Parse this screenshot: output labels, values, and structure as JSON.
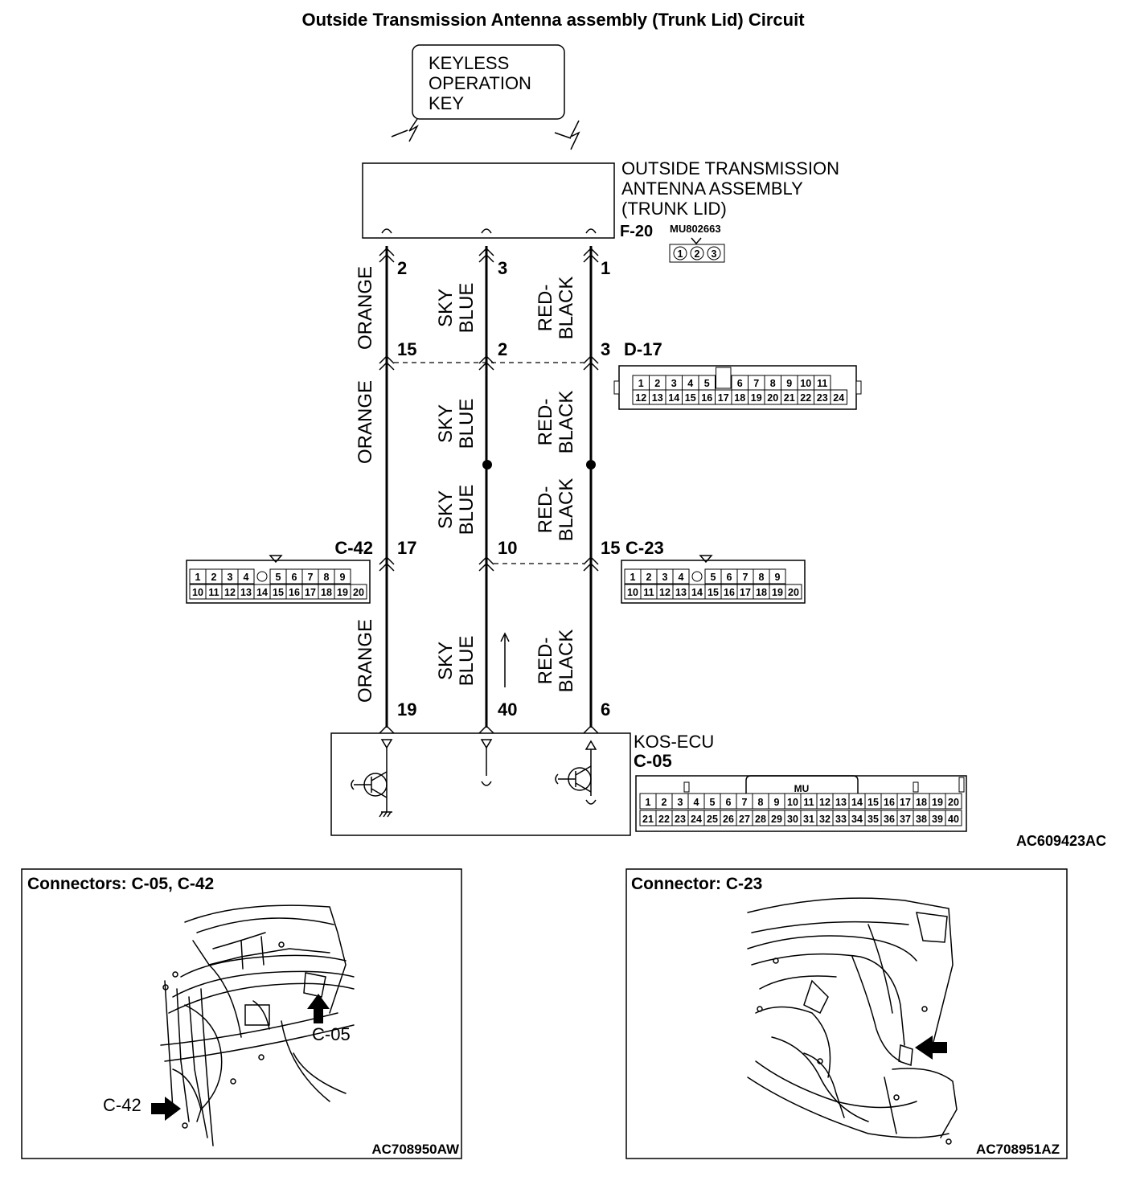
{
  "title": "Outside Transmission  Antenna assembly (Trunk Lid) Circuit",
  "key_box": [
    "KEYLESS",
    "OPERATION",
    "KEY"
  ],
  "antenna": {
    "name_lines": [
      "OUTSIDE TRANSMISSION",
      "ANTENNA ASSEMBLY",
      "(TRUNK LID)"
    ],
    "connector": "F-20",
    "part_no": "MU802663",
    "pins": [
      "1",
      "2",
      "3"
    ]
  },
  "wires": {
    "left": {
      "color": "ORANGE",
      "pins": {
        "f20": "2",
        "d17": "15",
        "c42": "17",
        "c05": "19"
      }
    },
    "middle": {
      "color_lines": [
        "SKY",
        "BLUE"
      ],
      "pins": {
        "f20": "3",
        "d17": "2",
        "c23": "10",
        "c05": "40"
      }
    },
    "right": {
      "color_lines": [
        "RED-",
        "BLACK"
      ],
      "pins": {
        "f20": "1",
        "d17": "3",
        "c23": "15",
        "c05": "6"
      }
    }
  },
  "d17": {
    "label": "D-17",
    "top": [
      "1",
      "2",
      "3",
      "4",
      "5",
      "",
      "6",
      "7",
      "8",
      "9",
      "10",
      "11"
    ],
    "bottom": [
      "12",
      "13",
      "14",
      "15",
      "16",
      "17",
      "18",
      "19",
      "20",
      "21",
      "22",
      "23",
      "24"
    ]
  },
  "c42": {
    "label": "C-42",
    "top": [
      "1",
      "2",
      "3",
      "4",
      "",
      "5",
      "6",
      "7",
      "8",
      "9"
    ],
    "bottom": [
      "10",
      "11",
      "12",
      "13",
      "14",
      "15",
      "16",
      "17",
      "18",
      "19",
      "20"
    ]
  },
  "c23": {
    "label": "C-23",
    "top": [
      "1",
      "2",
      "3",
      "4",
      "",
      "5",
      "6",
      "7",
      "8",
      "9"
    ],
    "bottom": [
      "10",
      "11",
      "12",
      "13",
      "14",
      "15",
      "16",
      "17",
      "18",
      "19",
      "20"
    ]
  },
  "ecu": {
    "name": "KOS-ECU",
    "connector": "C-05",
    "tag": "MU",
    "top": [
      "1",
      "2",
      "3",
      "4",
      "5",
      "6",
      "7",
      "8",
      "9",
      "10",
      "11",
      "12",
      "13",
      "14",
      "15",
      "16",
      "17",
      "18",
      "19",
      "20"
    ],
    "bottom": [
      "21",
      "22",
      "23",
      "24",
      "25",
      "26",
      "27",
      "28",
      "29",
      "30",
      "31",
      "32",
      "33",
      "34",
      "35",
      "36",
      "37",
      "38",
      "39",
      "40"
    ]
  },
  "diagram_code": "AC609423AC",
  "panel_left": {
    "title": "Connectors: C-05, C-42",
    "label_c05": "C-05",
    "label_c42": "C-42",
    "code": "AC708950AW"
  },
  "panel_right": {
    "title": "Connector: C-23",
    "code": "AC708951AZ"
  }
}
